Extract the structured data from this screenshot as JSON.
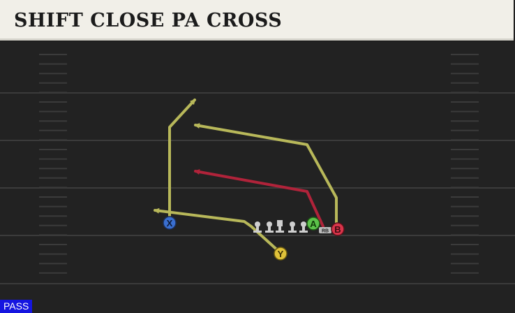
{
  "play": {
    "title": "SHIFT CLOSE PA CROSS",
    "type_badge": "PASS"
  },
  "players": {
    "x_button": "X",
    "y_button": "Y",
    "a_button": "A",
    "b_button": "B",
    "rb_tag": "RB"
  },
  "colors": {
    "field": "#222222",
    "yard_line": "#3a3a3a",
    "route_primary": "#b8b85a",
    "route_hot": "#b0233a",
    "x_button": "#3a6fd0",
    "y_button": "#e0c23a",
    "a_button": "#5cc24a",
    "b_button": "#d8344a",
    "badge": "#1515e0"
  }
}
